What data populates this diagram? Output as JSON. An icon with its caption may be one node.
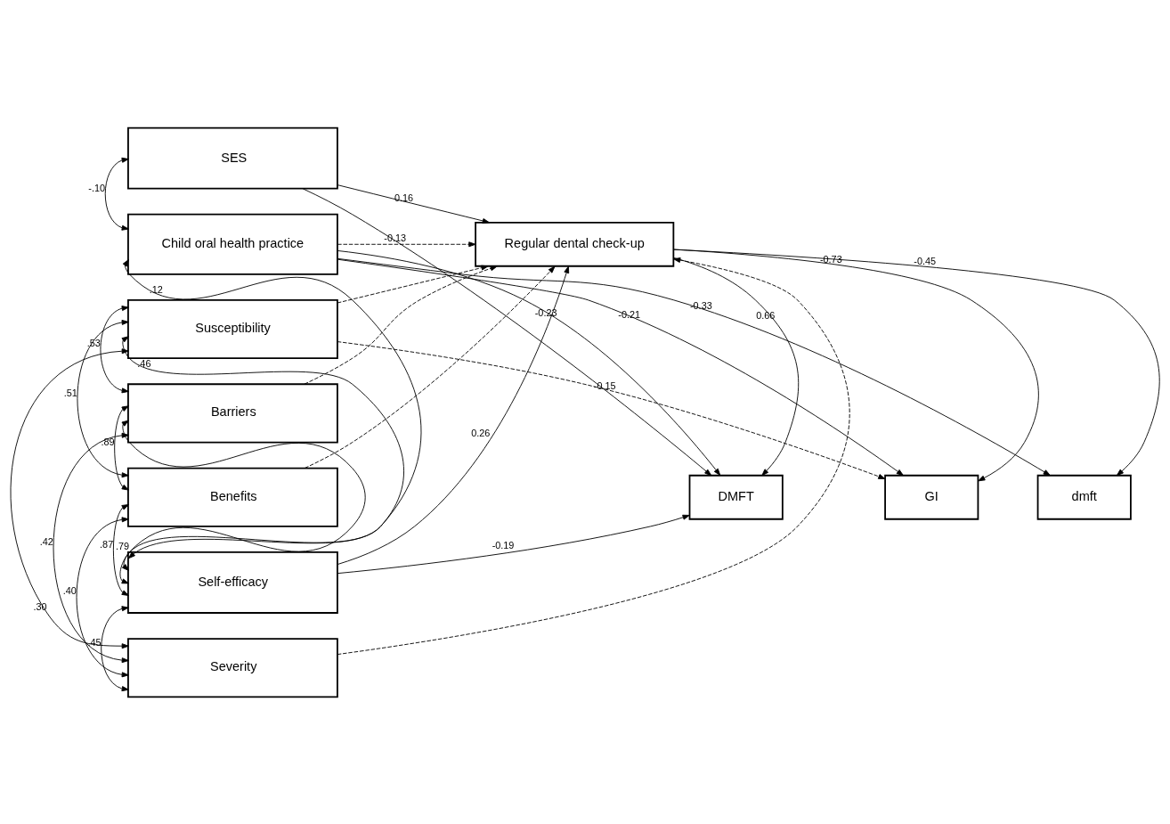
{
  "diagram": {
    "nodes": [
      {
        "text": [
          "SES"
        ]
      },
      {
        "text": [
          "Child oral health practice"
        ]
      },
      {
        "text": [
          "Susceptibility"
        ]
      },
      {
        "text": [
          "Barriers"
        ]
      },
      {
        "text": [
          "Benefits"
        ]
      },
      {
        "text": [
          "Self-efficacy"
        ]
      },
      {
        "text": [
          "Severity"
        ]
      },
      {
        "text": [
          "Regular dental check-up"
        ]
      },
      {
        "text": [
          "DMFT"
        ]
      },
      {
        "text": [
          "GI"
        ]
      },
      {
        "text": [
          "dmft"
        ]
      }
    ],
    "edges": [
      {
        "from": 0,
        "to": 1,
        "arrow": "both",
        "label": "-.10"
      },
      {
        "from": 1,
        "to": 5,
        "arrow": "both",
        "label": ".12"
      },
      {
        "from": 2,
        "to": 3,
        "arrow": "both",
        "label": ".53"
      },
      {
        "from": 2,
        "to": 4,
        "arrow": "both",
        "label": ".51"
      },
      {
        "from": 2,
        "to": 5,
        "arrow": "both",
        "label": ".46"
      },
      {
        "from": 2,
        "to": 6,
        "arrow": "both",
        "label": ".30"
      },
      {
        "from": 3,
        "to": 4,
        "arrow": "both",
        "label": ".89"
      },
      {
        "from": 3,
        "to": 5,
        "arrow": "both",
        "label": ".79"
      },
      {
        "from": 3,
        "to": 6,
        "arrow": "both",
        "label": ".42"
      },
      {
        "from": 4,
        "to": 5,
        "arrow": "both",
        "label": ".87"
      },
      {
        "from": 4,
        "to": 6,
        "arrow": "both",
        "label": ".40"
      },
      {
        "from": 5,
        "to": 6,
        "arrow": "both",
        "label": ".45"
      },
      {
        "from": 0,
        "to": 7,
        "arrow": "to",
        "label": "0.16"
      },
      {
        "from": 1,
        "to": 7,
        "arrow": "to",
        "label": "-0.13",
        "style": "dashed"
      },
      {
        "from": 2,
        "to": 7,
        "arrow": "to",
        "style": "dashed"
      },
      {
        "from": 3,
        "to": 7,
        "arrow": "to",
        "style": "dashed"
      },
      {
        "from": 4,
        "to": 7,
        "arrow": "to",
        "style": "dashed"
      },
      {
        "from": 5,
        "to": 7,
        "arrow": "to",
        "label": "0.26"
      },
      {
        "from": 6,
        "to": 7,
        "arrow": "to",
        "style": "dashed"
      },
      {
        "from": 0,
        "to": 8,
        "arrow": "to"
      },
      {
        "from": 1,
        "to": 8,
        "arrow": "to",
        "label": "-0.23"
      },
      {
        "from": 1,
        "to": 9,
        "arrow": "to",
        "label": "-0.21"
      },
      {
        "from": 1,
        "to": 10,
        "arrow": "to",
        "label": "-0.33"
      },
      {
        "from": 2,
        "to": 9,
        "arrow": "to",
        "label": "-0.15",
        "style": "dashed"
      },
      {
        "from": 5,
        "to": 8,
        "arrow": "to",
        "label": "-0.19"
      },
      {
        "from": 7,
        "to": 8,
        "arrow": "to",
        "label": "0.66"
      },
      {
        "from": 7,
        "to": 9,
        "arrow": "to",
        "label": "-0.73"
      },
      {
        "from": 7,
        "to": 10,
        "arrow": "to",
        "label": "-0.45"
      }
    ]
  }
}
